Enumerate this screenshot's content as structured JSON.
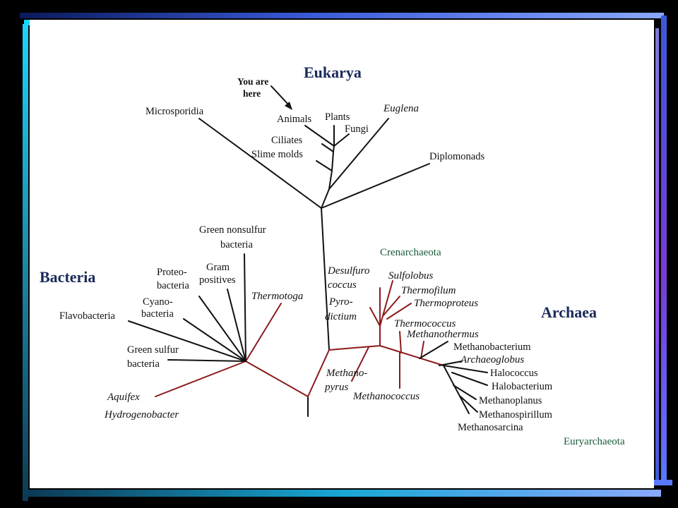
{
  "domains": {
    "eukarya": "Eukarya",
    "bacteria": "Bacteria",
    "archaea": "Archaea"
  },
  "groups": {
    "crenarchaeota": "Crenarchaeota",
    "euryarchaeota": "Euryarchaeota"
  },
  "pointer": {
    "line1": "You are",
    "line2": "here"
  },
  "eukarya_taxa": {
    "microsporidia": "Microsporidia",
    "animals": "Animals",
    "plants": "Plants",
    "fungi": "Fungi",
    "euglena": "Euglena",
    "ciliates": "Ciliates",
    "slime_molds": "Slime molds",
    "diplomonads": "Diplomonads"
  },
  "bacteria_taxa": {
    "green_nonsulfur_1": "Green nonsulfur",
    "green_nonsulfur_2": "bacteria",
    "gram_1": "Gram",
    "gram_2": "positives",
    "proteo_1": "Proteo-",
    "proteo_2": "bacteria",
    "cyano_1": "Cyano-",
    "cyano_2": "bacteria",
    "flavobacteria": "Flavobacteria",
    "thermotoga": "Thermotoga",
    "green_sulfur_1": "Green sulfur",
    "green_sulfur_2": "bacteria",
    "aquifex": "Aquifex",
    "hydrogenobacter": "Hydrogenobacter"
  },
  "archaea_taxa": {
    "desulfuro_1": "Desulfuro",
    "desulfuro_2": "coccus",
    "pyro_1": "Pyro-",
    "pyro_2": "dictium",
    "sulfolobus": "Sulfolobus",
    "thermofilum": "Thermofilum",
    "thermoproteus": "Thermoproteus",
    "thermococcus": "Thermococcus",
    "methanothermus": "Methanothermus",
    "methanobacterium": "Methanobacterium",
    "archaeoglobus": "Archaeoglobus",
    "halococcus": "Halococcus",
    "halobacterium": "Halobacterium",
    "methanoplanus": "Methanoplanus",
    "methanospirillum": "Methanospirillum",
    "methanosarcina": "Methanosarcina",
    "methanopyrus_1": "Methano-",
    "methanopyrus_2": "pyrus",
    "methanococcus": "Methanococcus"
  },
  "colors": {
    "eukarya_branch": "#111111",
    "bacteria_branch": "#8b1a1a",
    "domain_label": "#1a2a5a",
    "group_label": "#1a5a3a"
  }
}
